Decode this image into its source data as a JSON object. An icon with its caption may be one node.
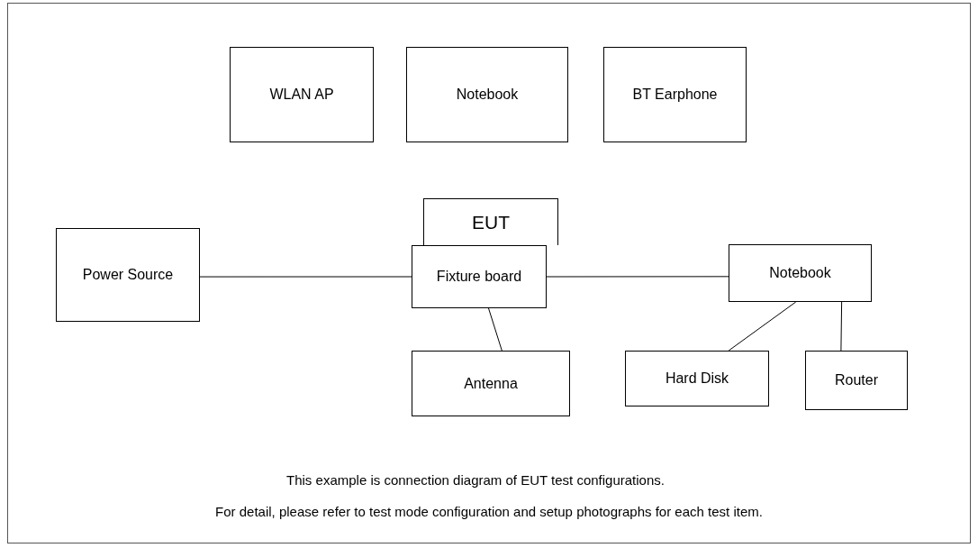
{
  "diagram": {
    "nodes": [
      {
        "text": [
          "WLAN AP"
        ]
      },
      {
        "text": [
          "Notebook"
        ]
      },
      {
        "text": [
          "BT Earphone"
        ]
      },
      {
        "text": [
          "EUT"
        ]
      },
      {
        "text": [
          "Power Source"
        ]
      },
      {
        "text": [
          "Fixture board"
        ]
      },
      {
        "text": [
          "Notebook"
        ]
      },
      {
        "text": [
          "Antenna"
        ]
      },
      {
        "text": [
          "Hard Disk"
        ]
      },
      {
        "text": [
          "Router"
        ]
      }
    ],
    "edges": [
      {
        "from": 4,
        "to": 5,
        "arrow": "none"
      },
      {
        "from": 5,
        "to": 6,
        "arrow": "none"
      },
      {
        "from": 5,
        "to": 7,
        "arrow": "none"
      },
      {
        "from": 6,
        "to": 8,
        "arrow": "none"
      },
      {
        "from": 6,
        "to": 9,
        "arrow": "none"
      }
    ],
    "labels": [
      "This example is connection diagram of EUT test configurations.",
      "For detail, please refer to test mode configuration and setup photographs for each test item."
    ]
  }
}
